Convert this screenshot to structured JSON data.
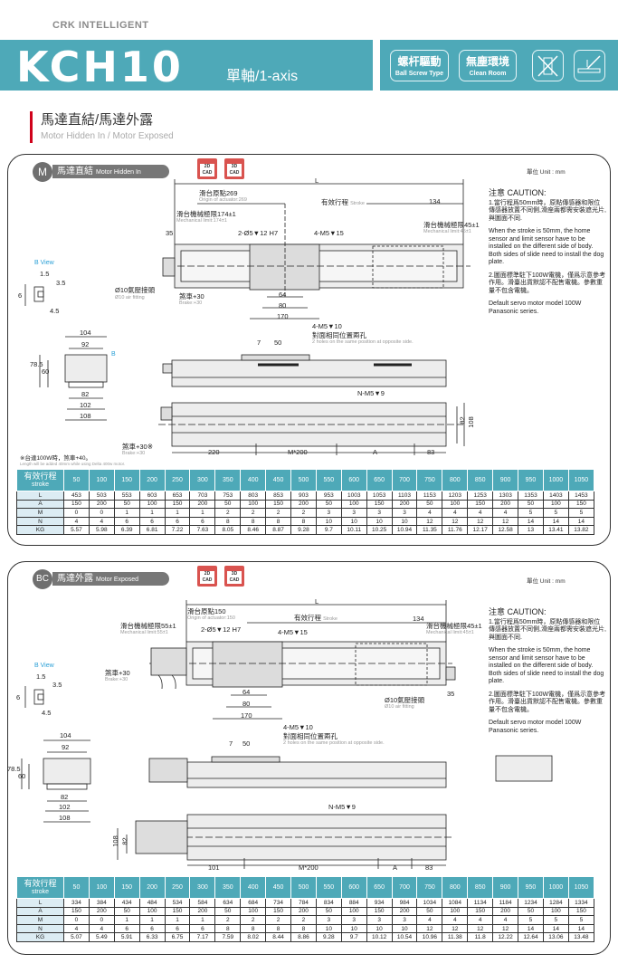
{
  "header": {
    "brand": "CRK INTELLIGENT",
    "model": "KCH10",
    "axis": "單軸/1-axis",
    "badges": [
      {
        "zh": "螺杆驅動",
        "en": "Ball Screw Type"
      },
      {
        "zh": "無塵環境",
        "en": "Clean Room"
      }
    ],
    "icons": [
      "no-oil-icon",
      "horizontal-mount-icon"
    ]
  },
  "section": {
    "title": "馬達直結/馬達外露",
    "subtitle": "Motor Hidden In / Motor Exposed"
  },
  "colors": {
    "accent": "#4ea9b8",
    "red": "#d0021b"
  },
  "cad": {
    "d2": "2D",
    "d3": "3D",
    "cad": "CAD"
  },
  "panels": [
    {
      "badge": "M",
      "title": "馬達直結",
      "title_en": "Motor Hidden In",
      "unit": "單位 Unit : mm",
      "caution": {
        "heading": "注意 CAUTION:",
        "p1": "1.當行程爲50mm時，原點傳感器和限位傳感器放置不同側,滑座兩都需安裝遮光片,與圖面不同.",
        "p1_en": "When the stroke is 50mm, the home sensor and limit sensor have to be installed on the different side of body. Both sides of slide need to install the dog plate.",
        "p2": "2.圖面標準駐下100W電機，僅爲示意參考作用。滑臺出貨默認不配售電機。參數重量不包含電機。",
        "p2_en": "Default servo motor model 100W Panasonic series."
      },
      "labels": {
        "L": "L",
        "origin": "滑台原點269",
        "origin_en": "Origin of actuator:269",
        "stroke": "有效行程",
        "stroke_en": "Stroke",
        "d134": "134",
        "mech_l": "滑台機械極限174±1",
        "mech_l_en": "Mechanical limit:174±1",
        "mech_r": "滑台機械極限45±1",
        "mech_r_en": "Mechanical limit:45±1",
        "pin": "2-Ø5▼12 H7",
        "m5_15": "4-M5▼15",
        "d35": "35",
        "d64": "64",
        "d80": "80",
        "d170": "170",
        "brake": "煞車+30",
        "brake_en": "Brake:+30",
        "air": "Ø10氣壓接頭",
        "air_en": "Ø10 air fitting",
        "bview": "B View",
        "b15": "1.5",
        "b35": "3.5",
        "b6": "6",
        "b45": "4.5",
        "d104": "104",
        "d92": "92",
        "d785": "78.5",
        "d60": "60",
        "d82": "82",
        "d102": "102",
        "d108": "108",
        "B": "B",
        "m5_10": "4-M5▼10",
        "opp": "對面相同位置兩孔",
        "opp_en": "2 holes on the same position at opposite side.",
        "d7": "7",
        "d50": "50",
        "nm5": "N-M5▼9",
        "d220": "220",
        "m200": "M*200",
        "A": "A",
        "d83": "83",
        "v82": "82",
        "v108": "108",
        "brake2": "煞車+30※",
        "brake2_en": "Brake:+30",
        "note": "※台達100W時，煞車+40。",
        "note_en": "Length will be added 40mm while using Delta 400w motor."
      },
      "table": {
        "head_zh": "有效行程",
        "head_en": "stroke",
        "strokes": [
          "50",
          "100",
          "150",
          "200",
          "250",
          "300",
          "350",
          "400",
          "450",
          "500",
          "550",
          "600",
          "650",
          "700",
          "750",
          "800",
          "850",
          "900",
          "950",
          "1000",
          "1050"
        ],
        "rows": [
          {
            "label": "L",
            "values": [
              "453",
              "503",
              "553",
              "603",
              "653",
              "703",
              "753",
              "803",
              "853",
              "903",
              "953",
              "1003",
              "1053",
              "1103",
              "1153",
              "1203",
              "1253",
              "1303",
              "1353",
              "1403",
              "1453"
            ]
          },
          {
            "label": "A",
            "values": [
              "150",
              "200",
              "50",
              "100",
              "150",
              "200",
              "50",
              "100",
              "150",
              "200",
              "50",
              "100",
              "150",
              "200",
              "50",
              "100",
              "150",
              "200",
              "50",
              "100",
              "150"
            ]
          },
          {
            "label": "M",
            "values": [
              "0",
              "0",
              "1",
              "1",
              "1",
              "1",
              "2",
              "2",
              "2",
              "2",
              "3",
              "3",
              "3",
              "3",
              "4",
              "4",
              "4",
              "4",
              "5",
              "5",
              "5"
            ]
          },
          {
            "label": "N",
            "values": [
              "4",
              "4",
              "6",
              "6",
              "6",
              "6",
              "8",
              "8",
              "8",
              "8",
              "10",
              "10",
              "10",
              "10",
              "12",
              "12",
              "12",
              "12",
              "14",
              "14",
              "14"
            ]
          },
          {
            "label": "KG",
            "values": [
              "5.57",
              "5.98",
              "6.39",
              "6.81",
              "7.22",
              "7.63",
              "8.05",
              "8.46",
              "8.87",
              "9.28",
              "9.7",
              "10.11",
              "10.25",
              "10.94",
              "11.35",
              "11.76",
              "12.17",
              "12.58",
              "13",
              "13.41",
              "13.82"
            ]
          }
        ]
      }
    },
    {
      "badge": "BC",
      "title": "馬達外露",
      "title_en": "Motor Exposed",
      "unit": "單位 Unit : mm",
      "caution": {
        "heading": "注意 CAUTION:",
        "p1": "1.當行程爲50mm時，原點傳感器和限位傳感器放置不同側,滑座兩都需安裝遮光片,與圖面不同.",
        "p1_en": "When the stroke is 50mm, the home sensor and limit sensor have to be installed on the different side of body. Both sides of slide need to install the dog plate.",
        "p2": "2.圖面標準駐下100W電機，僅爲示意參考作用。滑臺出貨默認不配售電機。參數重量不包含電機。",
        "p2_en": "Default servo motor model 100W Panasonic series."
      },
      "labels": {
        "L": "L",
        "origin": "滑台原點150",
        "origin_en": "Origin of actuator:150",
        "stroke": "有效行程",
        "stroke_en": "Stroke",
        "d134": "134",
        "mech_l": "滑台機械極限55±1",
        "mech_l_en": "Mechanical limit:55±1",
        "mech_r": "滑台機械極限45±1",
        "mech_r_en": "Mechanical limit:45±1",
        "pin": "2-Ø5▼12 H7",
        "m5_15": "4-M5▼15",
        "d35": "35",
        "d64": "64",
        "d80": "80",
        "d170": "170",
        "brake": "煞車+30",
        "brake_en": "Brake:+30",
        "air": "Ø10氣壓接頭",
        "air_en": "Ø10 air fitting",
        "bview": "B View",
        "b15": "1.5",
        "b35": "3.5",
        "b6": "6",
        "b45": "4.5",
        "d104": "104",
        "d92": "92",
        "d785": "78.5",
        "d60": "60",
        "d82": "82",
        "d102": "102",
        "d108": "108",
        "m5_10": "4-M5▼10",
        "opp": "對面相同位置兩孔",
        "opp_en": "2 holes on the same position at opposite side.",
        "d7": "7",
        "d50": "50",
        "nm5": "N-M5▼9",
        "d101": "101",
        "m200": "M*200",
        "A": "A",
        "d83": "83",
        "v82": "82",
        "v108": "108"
      },
      "table": {
        "head_zh": "有效行程",
        "head_en": "stroke",
        "strokes": [
          "50",
          "100",
          "150",
          "200",
          "250",
          "300",
          "350",
          "400",
          "450",
          "500",
          "550",
          "600",
          "650",
          "700",
          "750",
          "800",
          "850",
          "900",
          "950",
          "1000",
          "1050"
        ],
        "rows": [
          {
            "label": "L",
            "values": [
              "334",
              "384",
              "434",
              "484",
              "534",
              "584",
              "634",
              "684",
              "734",
              "784",
              "834",
              "884",
              "934",
              "984",
              "1034",
              "1084",
              "1134",
              "1184",
              "1234",
              "1284",
              "1334"
            ]
          },
          {
            "label": "A",
            "values": [
              "150",
              "200",
              "50",
              "100",
              "150",
              "200",
              "50",
              "100",
              "150",
              "200",
              "50",
              "100",
              "150",
              "200",
              "50",
              "100",
              "150",
              "200",
              "50",
              "100",
              "150"
            ]
          },
          {
            "label": "M",
            "values": [
              "0",
              "0",
              "1",
              "1",
              "1",
              "1",
              "2",
              "2",
              "2",
              "2",
              "3",
              "3",
              "3",
              "3",
              "4",
              "4",
              "4",
              "4",
              "5",
              "5",
              "5"
            ]
          },
          {
            "label": "N",
            "values": [
              "4",
              "4",
              "6",
              "6",
              "6",
              "6",
              "8",
              "8",
              "8",
              "8",
              "10",
              "10",
              "10",
              "10",
              "12",
              "12",
              "12",
              "12",
              "14",
              "14",
              "14"
            ]
          },
          {
            "label": "KG",
            "values": [
              "5.07",
              "5.49",
              "5.91",
              "6.33",
              "6.75",
              "7.17",
              "7.59",
              "8.02",
              "8.44",
              "8.86",
              "9.28",
              "9.7",
              "10.12",
              "10.54",
              "10.96",
              "11.38",
              "11.8",
              "12.22",
              "12.64",
              "13.06",
              "13.48"
            ]
          }
        ]
      }
    }
  ]
}
